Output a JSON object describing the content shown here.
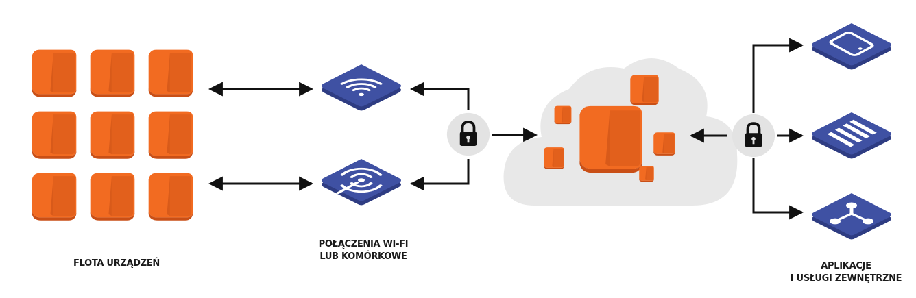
{
  "labels": {
    "fleet": "FLOTA URZĄDZEŃ",
    "connections_line1": "POŁĄCZENIA WI-FI",
    "connections_line2": "LUB KOMÓRKOWE",
    "apps_line1": "APLIKACJE",
    "apps_line2": "I USŁUGI ZEWNĘTRZNE"
  },
  "colors": {
    "orange": "#F26B21",
    "orange_dark": "#C94F16",
    "blue": "#3F51A3",
    "blue_dark": "#2E3C82",
    "cloud": "#E8E8E8",
    "lock_circle": "#E3E3E3",
    "arrow": "#111111"
  },
  "icons": {
    "device": "cube-icon",
    "wifi": "wifi-icon",
    "cellular": "cellular-signal-icon",
    "lock": "lock-icon",
    "cloud": "cloud-icon",
    "tablet": "tablet-icon",
    "service": "service-bars-icon",
    "share": "share-node-icon"
  }
}
